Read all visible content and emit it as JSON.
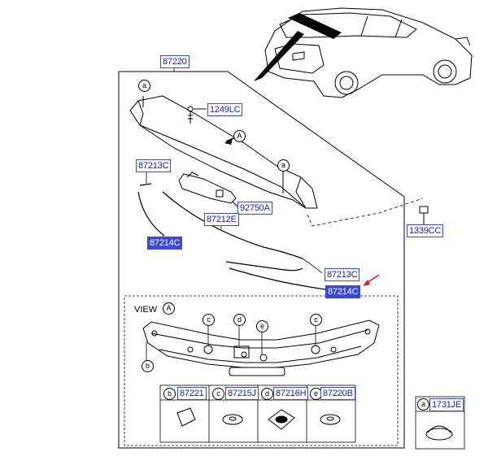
{
  "colors": {
    "label_border": "#3b47d6",
    "label_text": "#1a1f9c",
    "highlight_fill": "#3b47d6",
    "pointer_arrow": "#e0202a"
  },
  "labels": {
    "p87220": "87220",
    "p1249lc": "1249LC",
    "p87213c_top": "87213C",
    "p92750a": "92750A",
    "p87212e": "87212E",
    "p87214c_left": "87214C",
    "p1339cc": "1339CC",
    "p87213c_right": "87213C",
    "p87214c_right": "87214C",
    "p87221": "87221",
    "p87215j": "87215J",
    "p87216h": "87216H",
    "p87220b": "87220B",
    "p1731je": "1731JE"
  },
  "view": {
    "label": "VIEW",
    "ref": "A"
  },
  "refs": {
    "a": "a",
    "b": "b",
    "c": "c",
    "d": "d",
    "e": "e",
    "A": "A"
  }
}
